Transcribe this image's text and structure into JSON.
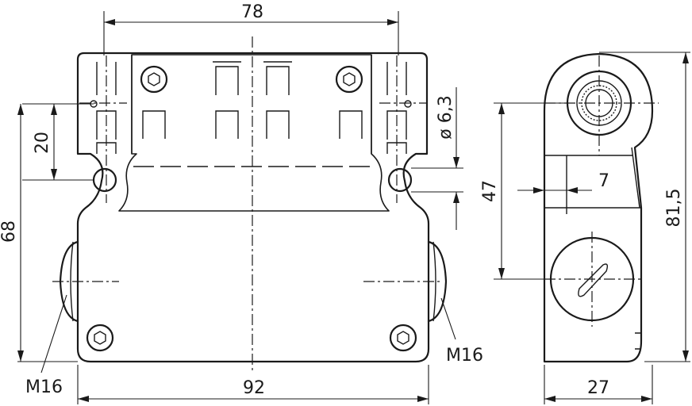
{
  "dimensions": {
    "top_width": "78",
    "left_height_20": "20",
    "left_height_68": "68",
    "hole_diameter": "ø 6,3",
    "offset_7": "7",
    "side_height_47": "47",
    "side_height_81_5": "81,5",
    "bottom_width_92": "92",
    "bottom_width_27": "27"
  },
  "labels": {
    "thread_left": "M16",
    "thread_right": "M16"
  }
}
